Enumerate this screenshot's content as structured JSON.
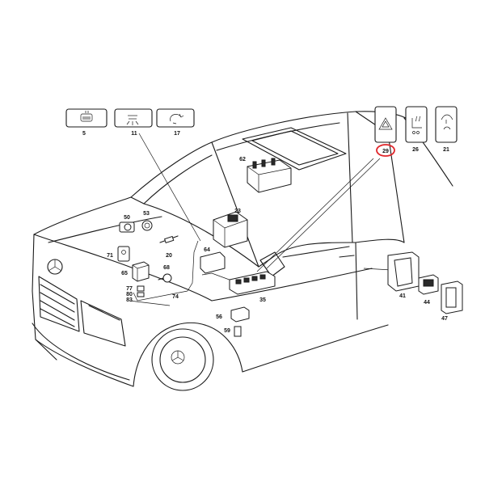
{
  "highlight_color": "#e0252a",
  "icons": [
    {
      "label": "5",
      "icon": "rear-defrost-icon"
    },
    {
      "label": "11",
      "icon": "interior-light-icon"
    },
    {
      "label": "17",
      "icon": "recirculation-icon"
    },
    {
      "label": "29",
      "icon": "hazard-warning-icon",
      "highlighted": true
    },
    {
      "label": "26",
      "icon": "seat-heater-icon"
    },
    {
      "label": "21",
      "icon": "climate-vent-icon"
    }
  ],
  "callouts": {
    "c62": "62",
    "c23": "23",
    "c50": "50",
    "c53": "53",
    "c20": "20",
    "c64": "64",
    "c71": "71",
    "c65": "65",
    "c68": "68",
    "c77": "77",
    "c80": "80",
    "c83": "83",
    "c74": "74",
    "c35": "35",
    "c56": "56",
    "c59": "59",
    "c41": "41",
    "c44": "44",
    "c47": "47"
  }
}
